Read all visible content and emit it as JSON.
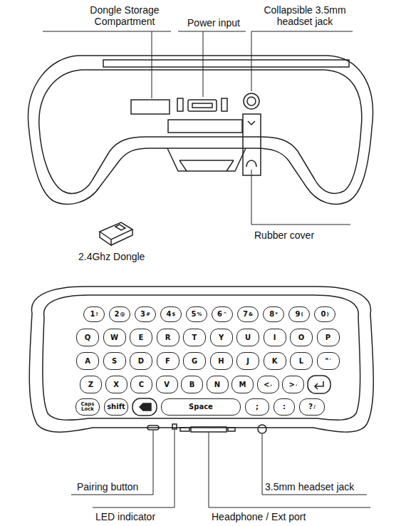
{
  "diagram": {
    "nodes": [
      {
        "text": [
          "1",
          "!"
        ]
      },
      {
        "text": [
          "2",
          "@"
        ]
      },
      {
        "text": [
          "3",
          "#"
        ]
      },
      {
        "text": [
          "4",
          "$"
        ]
      },
      {
        "text": [
          "5",
          "%"
        ]
      },
      {
        "text": [
          "6",
          "^"
        ]
      },
      {
        "text": [
          "7",
          "&"
        ]
      },
      {
        "text": [
          "8",
          "*"
        ]
      },
      {
        "text": [
          "9",
          "("
        ]
      },
      {
        "text": [
          "0",
          ")"
        ]
      },
      {
        "text": [
          "Q"
        ]
      },
      {
        "text": [
          "W"
        ]
      },
      {
        "text": [
          "E"
        ]
      },
      {
        "text": [
          "R"
        ]
      },
      {
        "text": [
          "T"
        ]
      },
      {
        "text": [
          "Y"
        ]
      },
      {
        "text": [
          "U"
        ]
      },
      {
        "text": [
          "I"
        ]
      },
      {
        "text": [
          "O"
        ]
      },
      {
        "text": [
          "P"
        ]
      },
      {
        "text": [
          "A"
        ]
      },
      {
        "text": [
          "S"
        ]
      },
      {
        "text": [
          "D"
        ]
      },
      {
        "text": [
          "F"
        ]
      },
      {
        "text": [
          "G"
        ]
      },
      {
        "text": [
          "H"
        ]
      },
      {
        "text": [
          "J"
        ]
      },
      {
        "text": [
          "K"
        ]
      },
      {
        "text": [
          "L"
        ]
      },
      {
        "text": [
          "\"",
          "'"
        ]
      },
      {
        "text": [
          "Z"
        ]
      },
      {
        "text": [
          "X"
        ]
      },
      {
        "text": [
          "C"
        ]
      },
      {
        "text": [
          "V"
        ]
      },
      {
        "text": [
          "B"
        ]
      },
      {
        "text": [
          "N"
        ]
      },
      {
        "text": [
          "M"
        ]
      },
      {
        "text": [
          "<",
          ","
        ]
      },
      {
        "text": [
          ">",
          "."
        ]
      },
      {
        "text": [
          "Caps Lock"
        ]
      },
      {
        "text": [
          "shift"
        ]
      },
      {
        "text": [
          "Space"
        ]
      },
      {
        "text": [
          ";"
        ]
      },
      {
        "text": [
          ":"
        ]
      },
      {
        "text": [
          "?",
          "/"
        ]
      }
    ],
    "labels": [
      "Dongle Storage Compartment",
      "Power input",
      "Collapsible 3.5mm headset jack",
      "Rubber cover",
      "2.4Ghz Dongle",
      "Pairing button",
      "3.5mm headset jack",
      "LED indicator",
      "Headphone / Ext port"
    ]
  }
}
